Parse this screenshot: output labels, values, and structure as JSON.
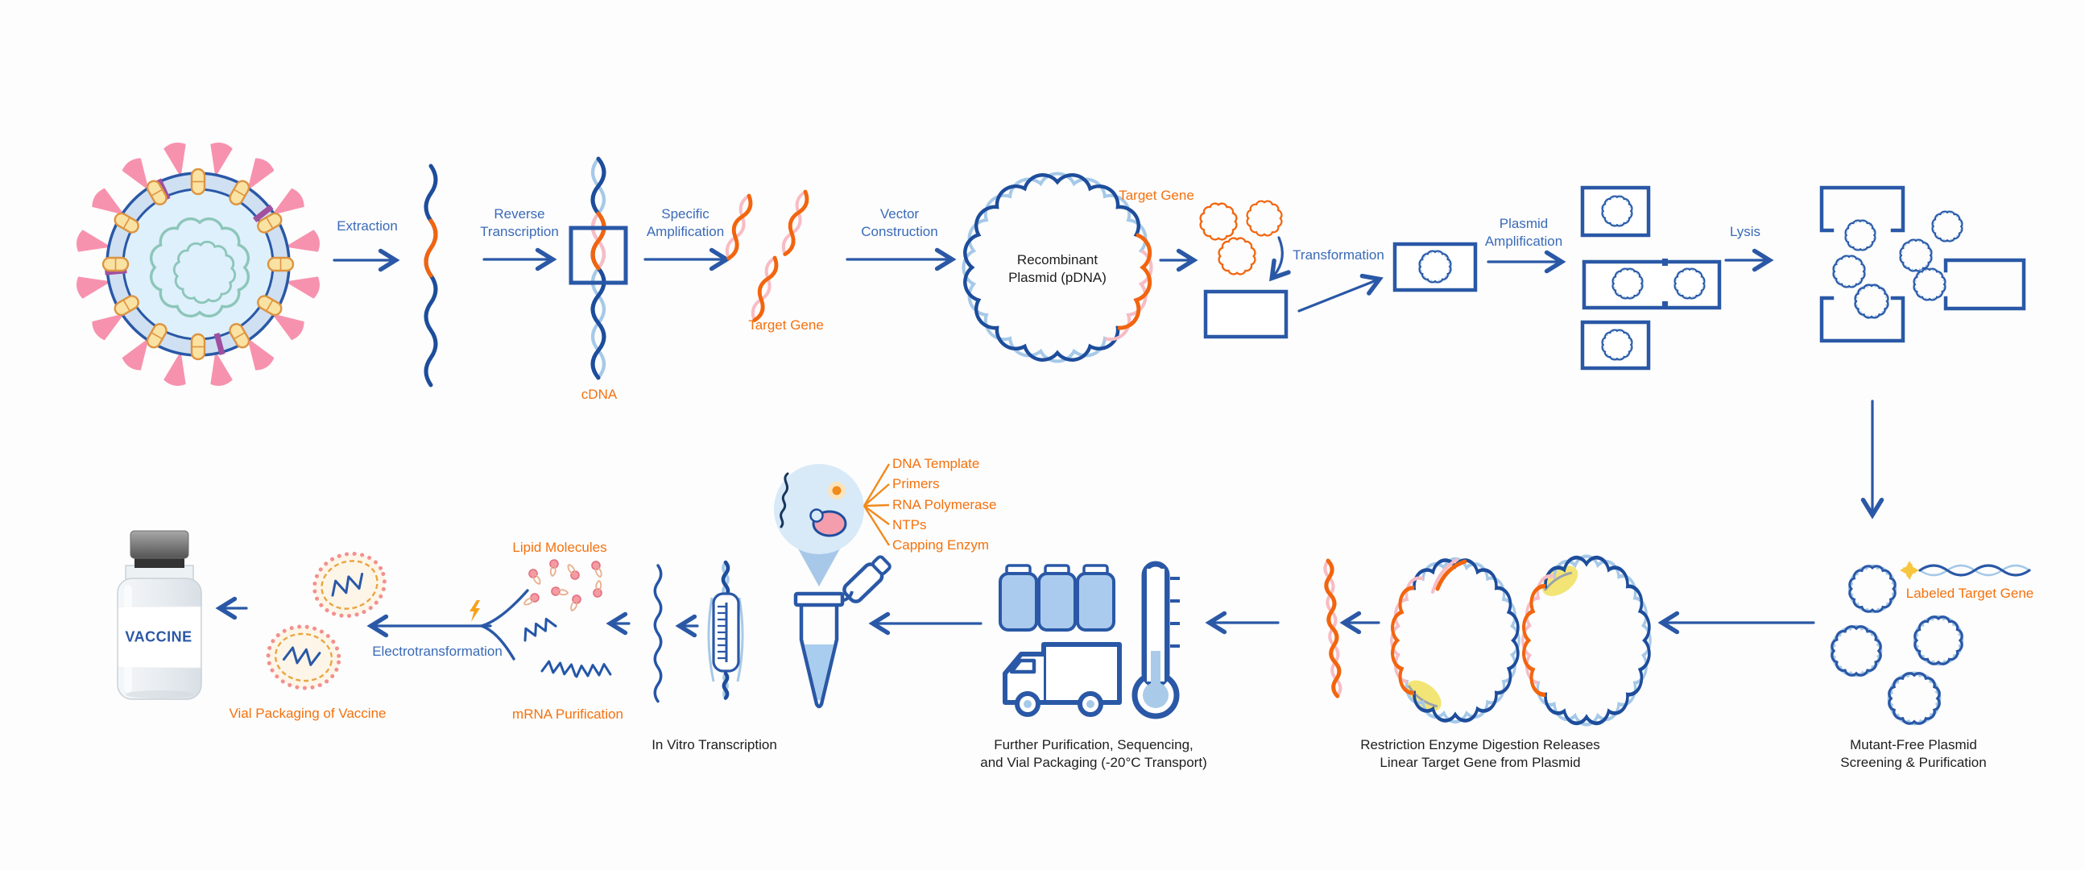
{
  "colors": {
    "flow_blue": "#2a58a6",
    "label_blue": "#3a6ab8",
    "orange": "#f2650e",
    "label_orange": "#f4710e",
    "dark_navy": "#1d4d9b",
    "light_blue": "#a6c9e8",
    "pink": "#f8bcc4",
    "caption_black": "#1e1e1e",
    "highlight_yellow": "#f1e15d",
    "star_yellow": "#f6c63f"
  },
  "labels": {
    "extraction": "Extraction",
    "reverse_transcription": "Reverse\nTranscription",
    "cdna": "cDNA",
    "specific_amplification": "Specific\nAmplification",
    "target_gene": "Target Gene",
    "vector_construction": "Vector\nConstruction",
    "recombinant_plasmid": "Recombinant\nPlasmid (pDNA)",
    "plasmid_target_gene": "Target Gene",
    "transformation": "Transformation",
    "plasmid_amplification": "Plasmid\nAmplification",
    "lysis": "Lysis",
    "labeled_target_gene": "Labeled Target Gene",
    "mutant_free": "Mutant-Free Plasmid\nScreening & Purification",
    "restriction_digestion": "Restriction Enzyme Digestion Releases\nLinear Target Gene from Plasmid",
    "further_purification": "Further Purification, Sequencing,\nand Vial Packaging (-20°C Transport)",
    "in_vitro_transcription": "In Vitro Transcription",
    "lipid_molecules": "Lipid Molecules",
    "mrna_purification": "mRNA Purification",
    "electrotransformation": "Electrotransformation",
    "vial_packaging": "Vial Packaging of Vaccine",
    "vaccine": "VACCINE"
  },
  "ivt_inputs": [
    "DNA Template",
    "Primers",
    "RNA Polymerase",
    "NTPs",
    "Capping Enzym"
  ]
}
